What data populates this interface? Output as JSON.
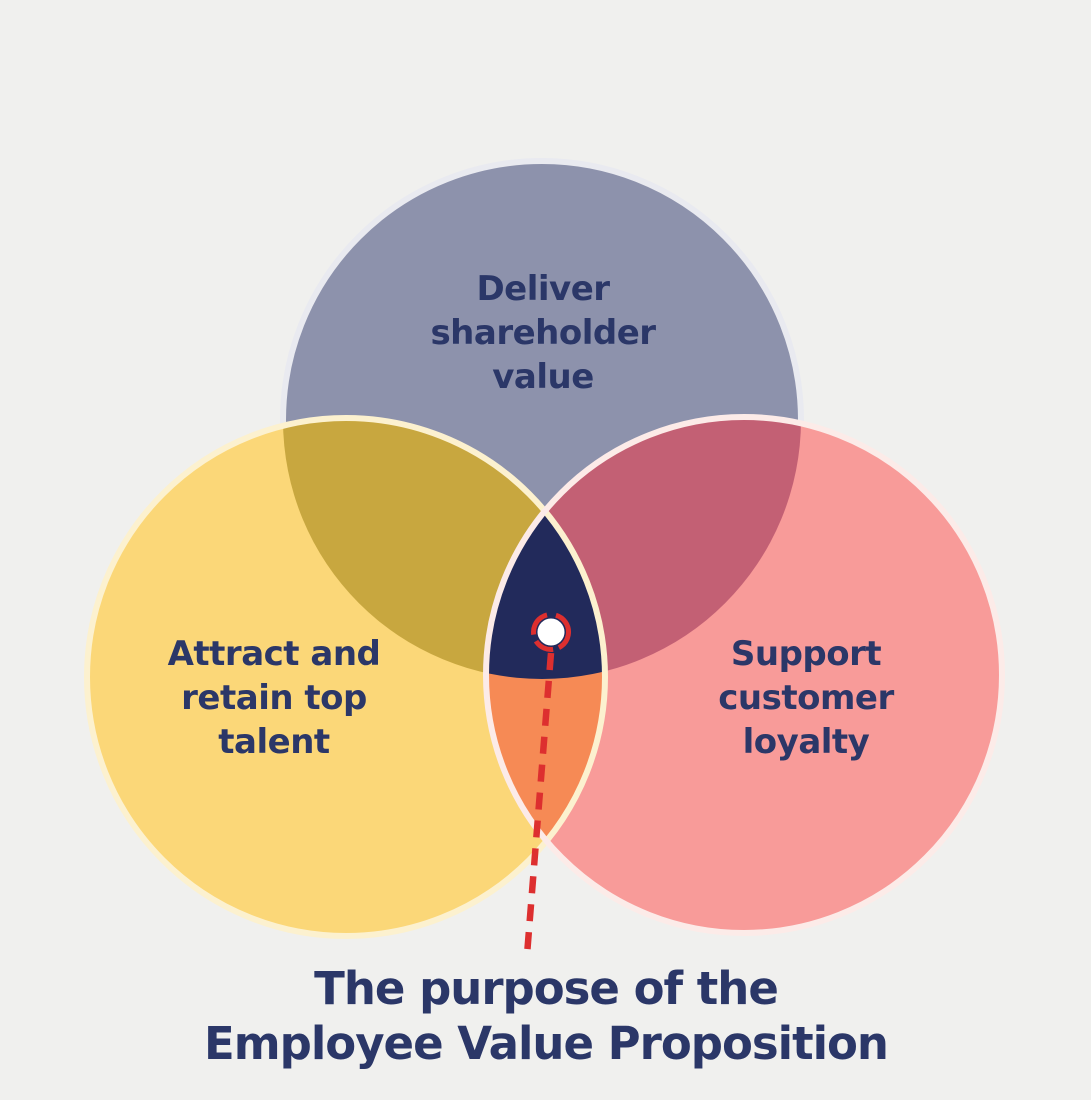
{
  "diagram": {
    "type": "venn",
    "sets": [
      {
        "id": "shareholder-value",
        "label_lines": [
          "Deliver",
          "shareholder",
          "value"
        ],
        "color": "#8D92AC"
      },
      {
        "id": "top-talent",
        "label_lines": [
          "Attract and",
          "retain top",
          "talent"
        ],
        "color": "#FBD778"
      },
      {
        "id": "customer-loyalty",
        "label_lines": [
          "Support",
          "customer",
          "loyalty"
        ],
        "color": "#F89B99"
      }
    ],
    "caption_lines": [
      "The purpose of the",
      "Employee Value Proposition"
    ],
    "caption_full": "The purpose of the Employee Value Proposition",
    "center_marker": "purpose-point"
  },
  "colors": {
    "background": "#F0F0EE",
    "slate": "#8D92AC",
    "yellow": "#FBD778",
    "pink": "#F89B99",
    "overlap_yellow_slate": "#C8A73F",
    "overlap_pink_slate": "#C36074",
    "overlap_yellow_pink": "#F68A55",
    "overlap_all": "#222A5B",
    "slate_stroke": "#E9EAF0",
    "yellow_stroke": "#FCF1CF",
    "pink_stroke": "#FCEBE8",
    "text_navy": "#2B3768",
    "marker_red": "#DD2F2F",
    "marker_dot": "#FFFFFF"
  }
}
